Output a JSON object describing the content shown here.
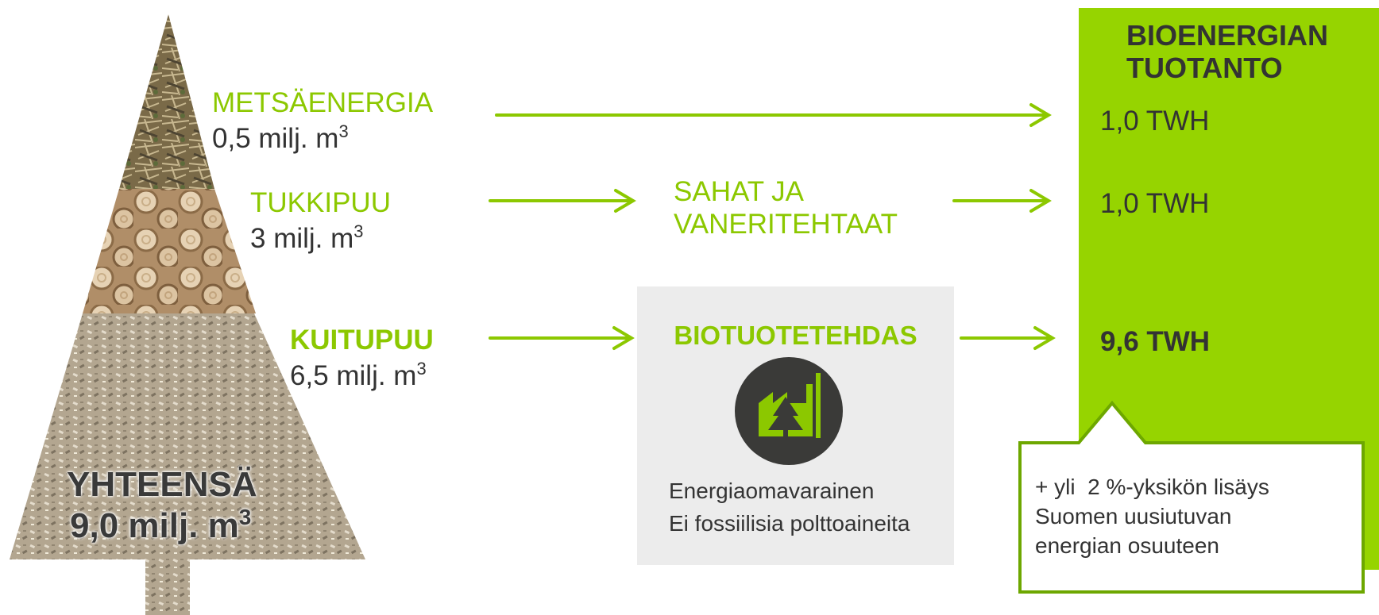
{
  "sources": [
    {
      "name": "METSÄENERGIA",
      "volume": "0,5 milj. m",
      "exp": "3"
    },
    {
      "name": "TUKKIPUU",
      "volume": "3 milj. m",
      "exp": "3"
    },
    {
      "name": "KUITUPUU",
      "volume": "6,5 milj. m",
      "exp": "3"
    }
  ],
  "total": {
    "label": "YHTEENSÄ",
    "volume": "9,0 milj. m",
    "exp": "3"
  },
  "sawmills": {
    "line1": "SAHAT JA",
    "line2": "VANERITEHTAAT"
  },
  "biofactory": {
    "title": "BIOTUOTETEHDAS",
    "icon": "factory-tree-icon",
    "note1": "Energiaomavarainen",
    "note2": "Ei fossiilisia polttoaineita"
  },
  "production": {
    "title_line1": "BIOENERGIAN",
    "title_line2": "TUOTANTO",
    "values": [
      "1,0 TWH",
      "1,0 TWH",
      "9,6 TWH"
    ]
  },
  "callout": {
    "line1": "+ yli  2 %-yksikön lisäys",
    "line2": "Suomen uusiutuvan",
    "line3": "energian osuuteen"
  },
  "colors": {
    "accent_green": "#8cc800",
    "column_green": "#96d400",
    "box_gray": "#ececec",
    "text_dark": "#333333",
    "icon_dark": "#3a3a38"
  }
}
